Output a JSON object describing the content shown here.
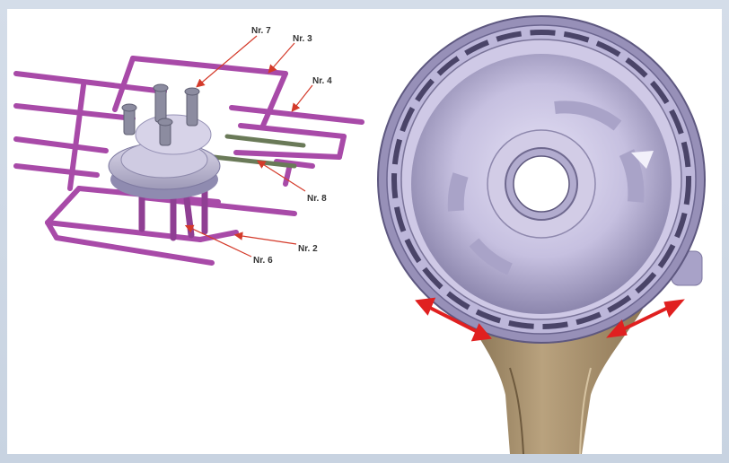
{
  "callouts": {
    "nr7": "Nr. 7",
    "nr3": "Nr. 3",
    "nr4": "Nr. 4",
    "nr8": "Nr. 8",
    "nr2": "Nr. 2",
    "nr6": "Nr. 6"
  },
  "colors": {
    "runner": "#a84aa8",
    "runner_dark": "#7a2f7f",
    "part": "#b9b5d4",
    "part_shade": "#8a86ab",
    "arm": "#a38d6b",
    "leader": "#d43a2a",
    "arrow": "#e02020"
  }
}
